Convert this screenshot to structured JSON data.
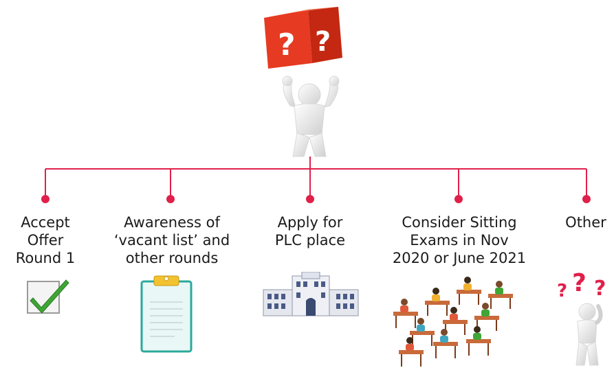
{
  "colors": {
    "connector": "#e0204a",
    "dice": "#e63a22",
    "check": "#3fa535"
  },
  "central_figure": {
    "icon": "person-holding-question-dice-icon",
    "dice_text": [
      "?",
      "?"
    ]
  },
  "branches": [
    {
      "lines": [
        "Accept",
        "Offer",
        "Round 1"
      ],
      "icon": "checkbox-checked-icon"
    },
    {
      "lines": [
        "Awareness of",
        "‘vacant list’ and",
        "other rounds"
      ],
      "icon": "clipboard-icon"
    },
    {
      "lines": [
        "Apply for",
        "PLC place"
      ],
      "icon": "college-building-icon"
    },
    {
      "lines": [
        "Consider Sitting",
        "Exams in Nov",
        "2020 or June 2021"
      ],
      "icon": "exam-hall-students-icon"
    },
    {
      "lines": [
        "Other"
      ],
      "icon": "confused-person-question-marks-icon"
    }
  ],
  "other_marks": [
    "?",
    "?",
    "?"
  ]
}
